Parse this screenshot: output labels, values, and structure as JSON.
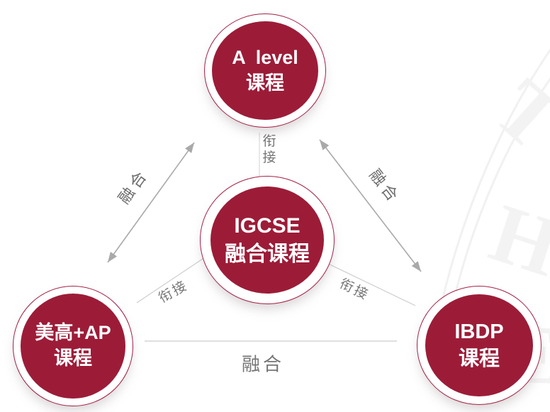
{
  "watermark": [
    "T",
    "H",
    "E"
  ],
  "colors": {
    "accent": "#9c1c38",
    "ring": "#a32045",
    "arrow": "#a9a9a9",
    "line": "#cccccc",
    "label": "#767676",
    "node_text": "#ffffff"
  },
  "nodes": {
    "a_level": {
      "line1": "A  level",
      "line2": "课程"
    },
    "igcse": {
      "line1": "IGCSE",
      "line2": "融合课程"
    },
    "us_ap": {
      "line1": "美高+AP",
      "line2": "课程"
    },
    "ibdp": {
      "line1": "IBDP",
      "line2": "课程"
    }
  },
  "edges": {
    "fusion_left": "融合",
    "fusion_right": "融合",
    "fusion_bottom": "融合",
    "link_top": "衔接",
    "link_left": "衔接",
    "link_right": "衔接"
  }
}
